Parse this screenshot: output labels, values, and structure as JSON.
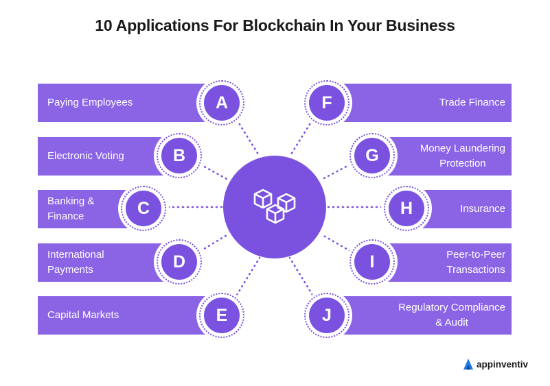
{
  "title": "10 Applications For Blockchain In Your Business",
  "colors": {
    "bar": "#8b64e6",
    "badge": "#7a52df",
    "hub": "#7a52df",
    "connector": "#7a52df"
  },
  "hub_icon": "blockchain-cubes-icon",
  "left_items": [
    {
      "letter": "A",
      "label": "Paying Employees"
    },
    {
      "letter": "B",
      "label": "Electronic Voting"
    },
    {
      "letter": "C",
      "label": "Banking &\nFinance"
    },
    {
      "letter": "D",
      "label": "International\nPayments"
    },
    {
      "letter": "E",
      "label": "Capital Markets"
    }
  ],
  "right_items": [
    {
      "letter": "F",
      "label": "Trade Finance"
    },
    {
      "letter": "G",
      "label": "Money Laundering\nProtection"
    },
    {
      "letter": "H",
      "label": "Insurance"
    },
    {
      "letter": "I",
      "label": "Peer-to-Peer\nTransactions"
    },
    {
      "letter": "J",
      "label": "Regulatory Compliance\n& Audit"
    }
  ],
  "brand": {
    "name": "appinventiv",
    "icon": "appinventiv-logo-icon"
  }
}
